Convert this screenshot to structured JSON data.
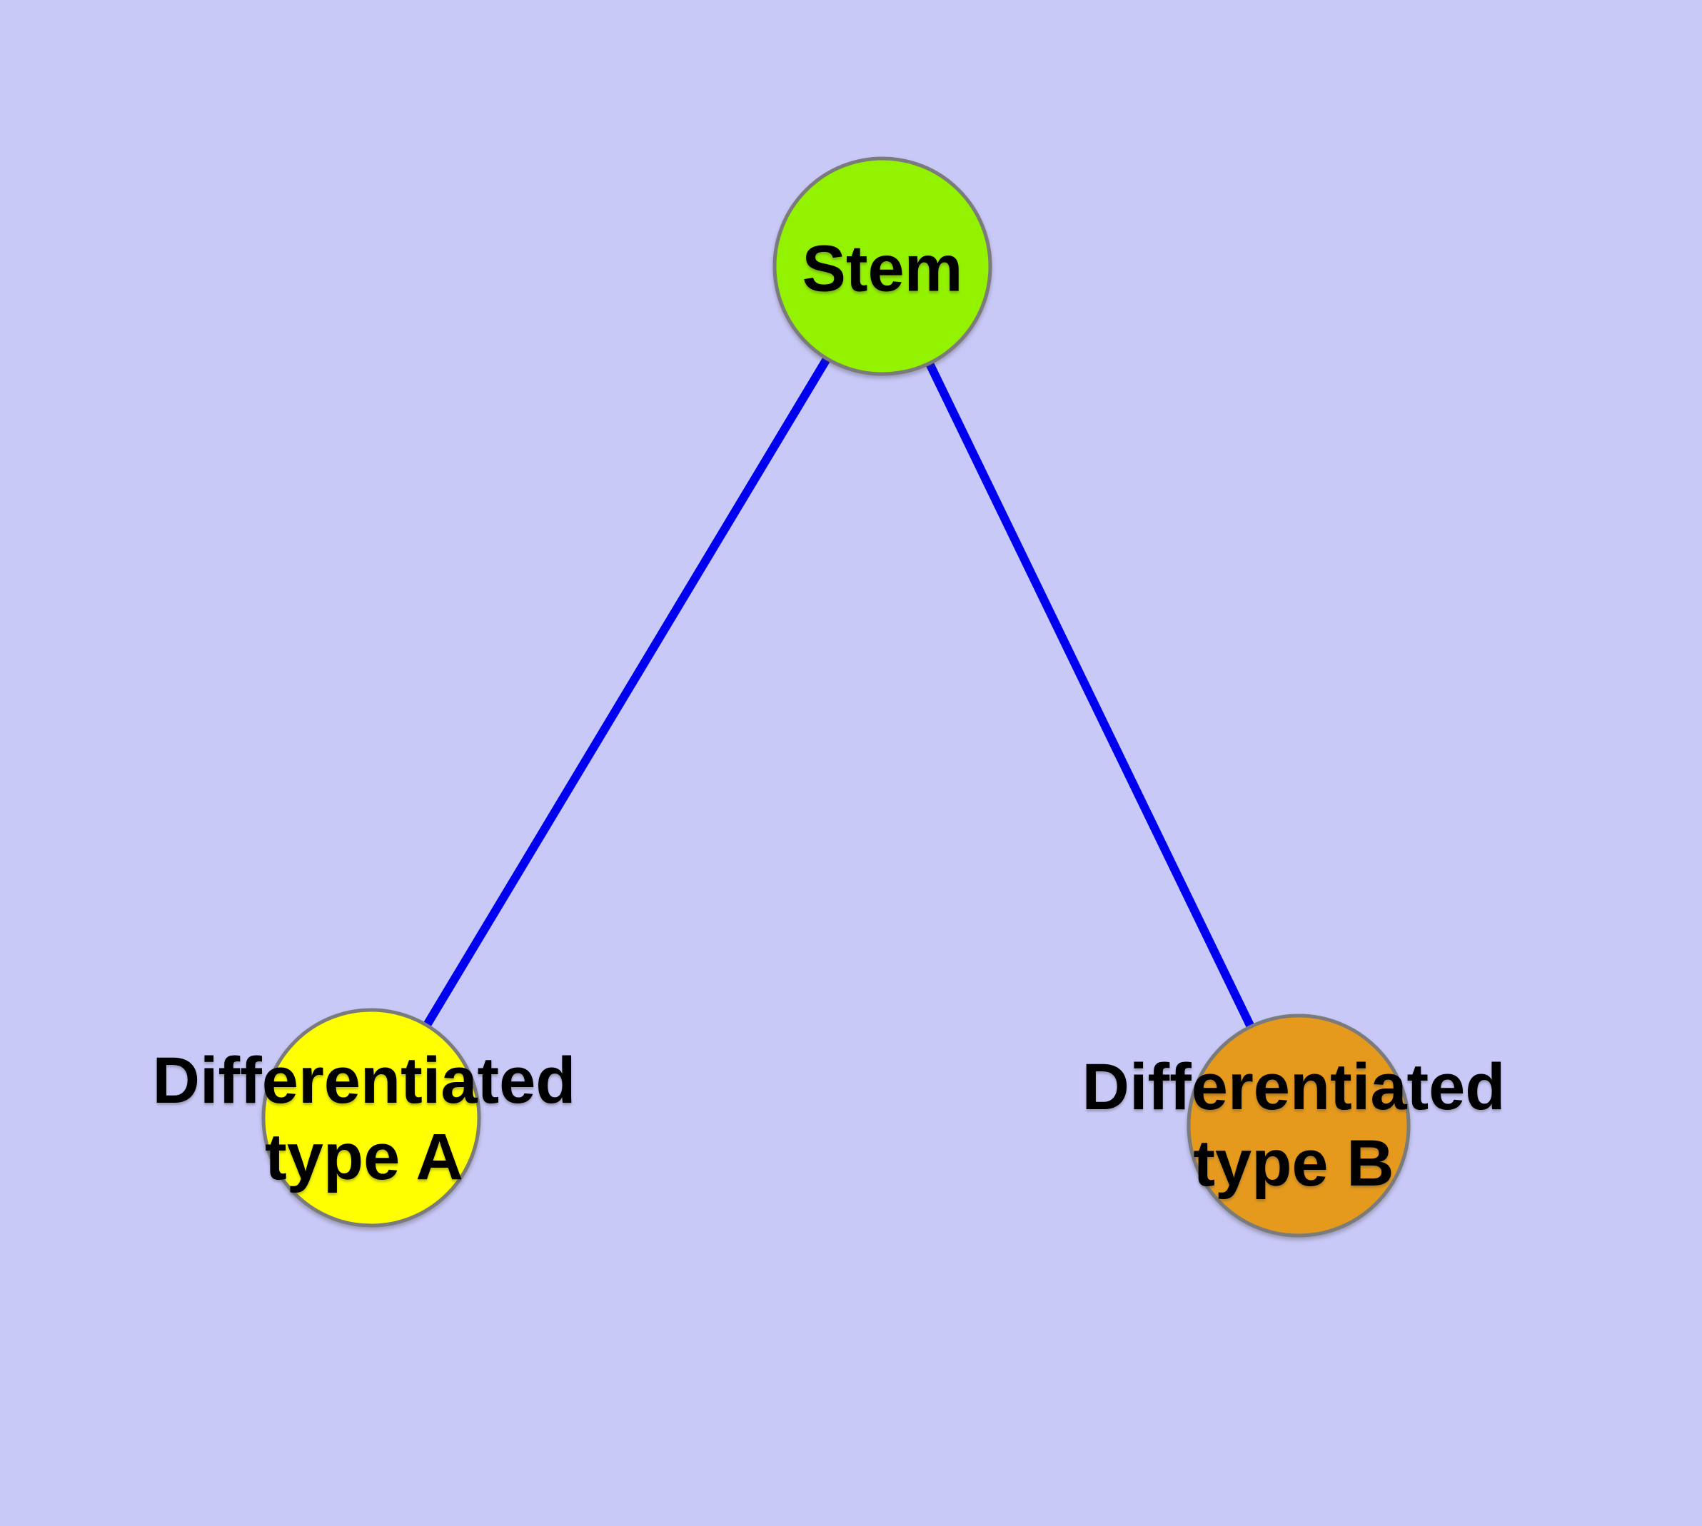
{
  "diagram": {
    "background_color": "#C9C9F8",
    "edge_color": "#0000F0",
    "node_border_color": "#7B7B7B",
    "text_color": "#000000",
    "nodes": {
      "stem": {
        "label": "Stem",
        "fill": "#93F200"
      },
      "type_a": {
        "label_line1": "Differentiated",
        "label_line2": "type A",
        "fill": "#FFFF00"
      },
      "type_b": {
        "label_line1": "Differentiated",
        "label_line2": "type B",
        "fill": "#E69A1D"
      }
    },
    "edges": [
      {
        "from": "Stem",
        "to": "Differentiated type A"
      },
      {
        "from": "Stem",
        "to": "Differentiated type B"
      }
    ]
  }
}
